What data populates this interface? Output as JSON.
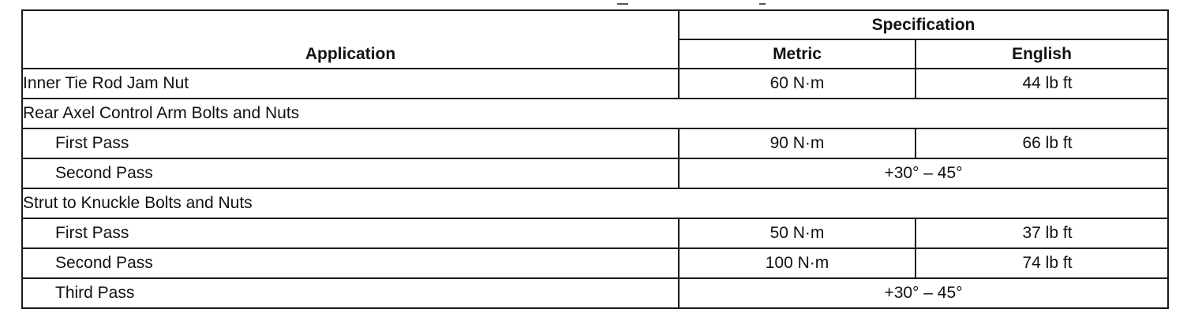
{
  "header": {
    "application": "Application",
    "specification": "Specification",
    "metric": "Metric",
    "english": "English"
  },
  "rows": [
    {
      "application": "Inner Tie Rod Jam Nut",
      "metric": "60 N·m",
      "english": "44 lb ft"
    },
    {
      "application": "Rear Axel Control Arm Bolts and Nuts"
    },
    {
      "application": "First Pass",
      "metric": "90 N·m",
      "english": "66 lb ft"
    },
    {
      "application": "Second Pass",
      "combined": "+30° – 45°"
    },
    {
      "application": "Strut to Knuckle Bolts and Nuts"
    },
    {
      "application": "First Pass",
      "metric": "50 N·m",
      "english": "37 lb ft"
    },
    {
      "application": "Second Pass",
      "metric": "100 N·m",
      "english": "74 lb ft"
    },
    {
      "application": "Third Pass",
      "combined": "+30° – 45°"
    }
  ]
}
